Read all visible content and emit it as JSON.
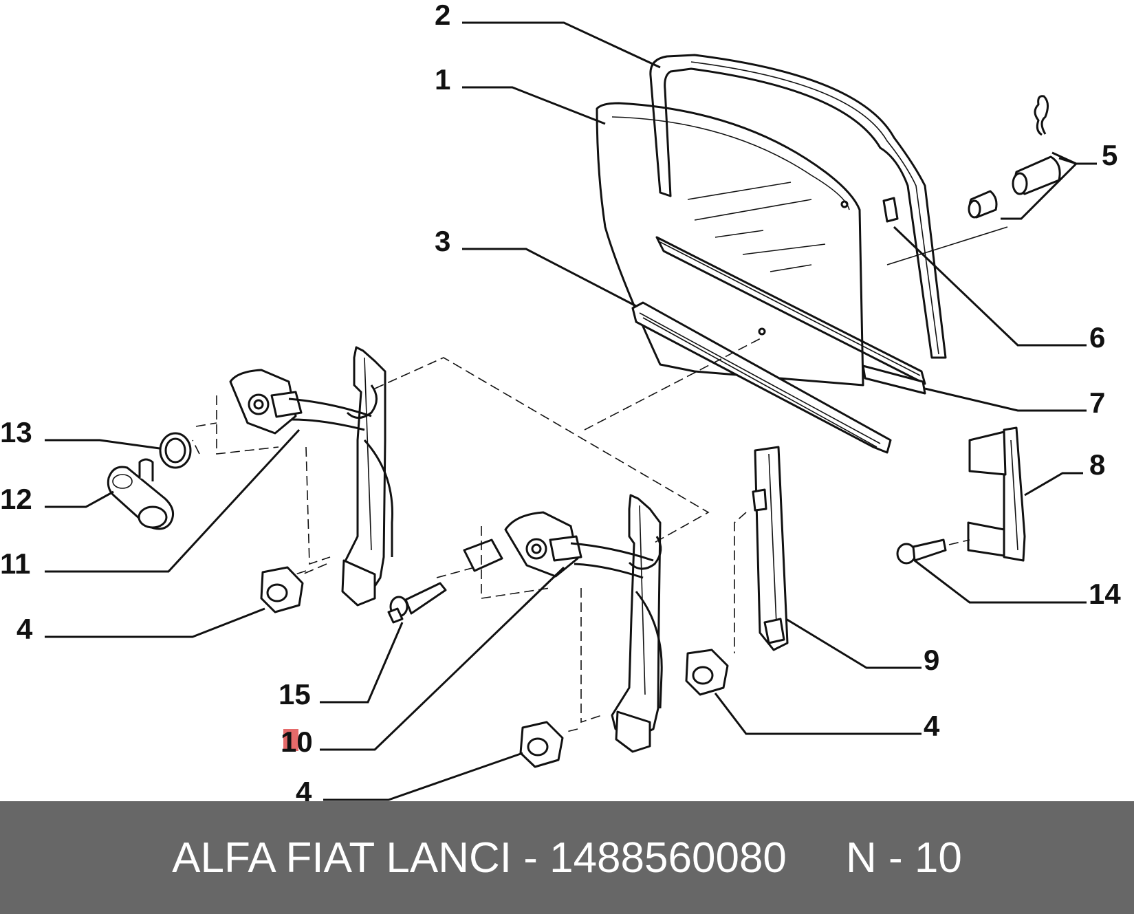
{
  "callouts": [
    "1",
    "2",
    "3",
    "4",
    "5",
    "6",
    "7",
    "8",
    "9",
    "10",
    "11",
    "12",
    "13",
    "14",
    "15"
  ],
  "highlight_color": "#e05050",
  "footer": {
    "text": "ALFA FIAT LANCI - 1488560080     N - 10",
    "background": "#676767"
  }
}
